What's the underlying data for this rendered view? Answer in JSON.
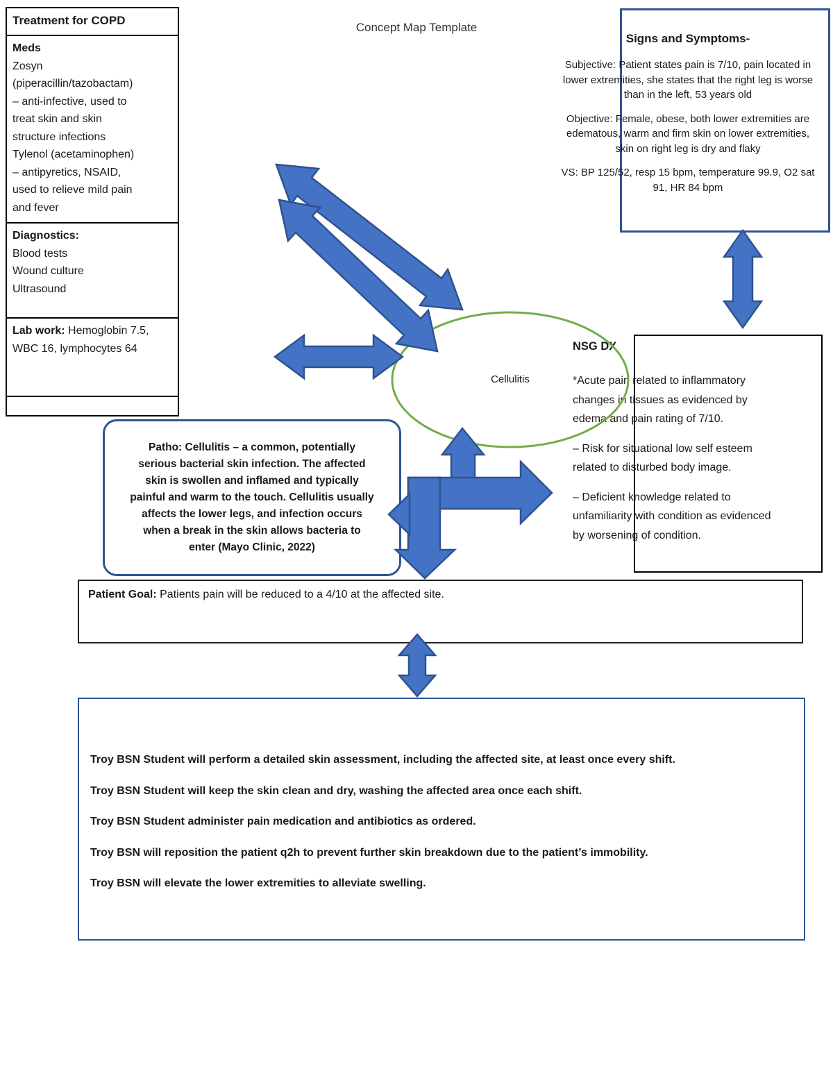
{
  "page": {
    "title": "Concept Map Template"
  },
  "treatment_box": {
    "title": "Treatment for COPD",
    "meds": {
      "heading": "Meds",
      "lines": [
        "Zosyn",
        "(piperacillin/tazobactam)",
        "– anti-infective, used to",
        "treat skin and skin",
        "structure infections",
        "Tylenol (acetaminophen)",
        "– antipyretics, NSAID,",
        "used to relieve mild pain",
        "and fever"
      ]
    },
    "diagnostics": {
      "heading": "Diagnostics:",
      "lines": [
        "Blood tests",
        "Wound culture",
        "Ultrasound"
      ]
    },
    "lab_work": {
      "label": "Lab work:",
      "text": " Hemoglobin 7.5, WBC 16, lymphocytes 64"
    }
  },
  "signs_symptoms": {
    "heading": "Signs and Symptoms-",
    "subjective_lines": [
      "Subjective: Patient states pain is 7/10, pain located in",
      "lower extremities, she states that the right leg is worse",
      "than in the left, 53 years old"
    ],
    "objective_lines": [
      "Objective: Female, obese, both lower extremities are",
      "edematous, warm and firm skin on lower extremities,",
      "skin on right leg is dry and flaky"
    ],
    "vitals_lines": [
      "VS: BP 125/52, resp 15 bpm, temperature 99.9, O2 sat",
      "91, HR 84 bpm"
    ]
  },
  "concept": {
    "label": "Cellulitis"
  },
  "nsg_dx": {
    "heading": "NSG DX",
    "diagnoses": [
      {
        "lines": [
          "*Acute pain related to inflammatory",
          "changes in tissues as evidenced by",
          "edema and pain rating of 7/10."
        ]
      },
      {
        "lines": [
          "– Risk for situational low self esteem",
          "related to disturbed body image."
        ]
      },
      {
        "lines": [
          "– Deficient knowledge related to",
          "unfamiliarity with condition as evidenced",
          "by worsening of condition."
        ]
      }
    ]
  },
  "patho": {
    "lines": [
      "Patho: Cellulitis – a common, potentially",
      "serious bacterial skin infection. The affected",
      "skin is swollen and inflamed and typically",
      "painful and warm to the touch. Cellulitis usually",
      "affects the lower legs, and infection occurs",
      "when a break in the skin allows bacteria to",
      "enter (Mayo Clinic, 2022)"
    ]
  },
  "patient_goal": {
    "label": "Patient Goal:",
    "text": " Patients pain will be reduced to a 4/10 at the affected site."
  },
  "interventions": {
    "items": [
      "Troy BSN Student will perform a detailed skin assessment, including the affected site, at least once every shift.",
      "Troy BSN Student will keep the skin clean and dry, washing the affected area once each shift.",
      "Troy BSN Student administer pain medication and antibiotics as ordered.",
      "Troy BSN will reposition the patient q2h to prevent further skin breakdown due to the patient’s immobility.",
      "Troy BSN will elevate the lower extremities to alleviate swelling."
    ]
  },
  "colors": {
    "arrow_fill": "#4472C4",
    "arrow_stroke": "#2F528F",
    "ellipse_green": "#70AD47",
    "box_border_blue": "#2F5496",
    "box_border_black": "#000000"
  }
}
